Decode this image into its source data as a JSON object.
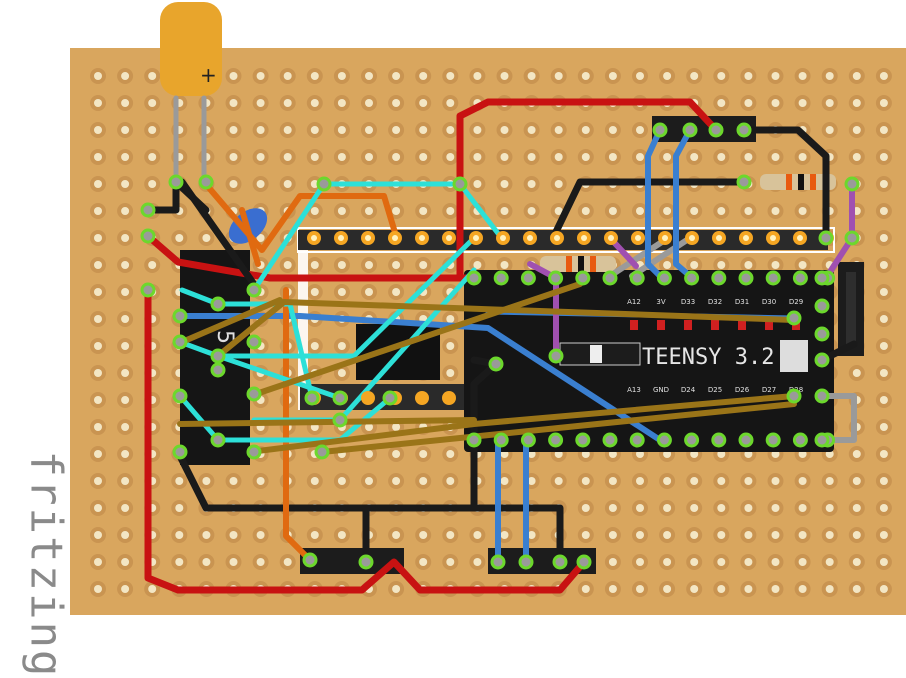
{
  "brand": {
    "text": "fritzing"
  },
  "teensy": {
    "name_text": "TEENSY 3.2",
    "top_pin_labels": [
      "A12",
      "3V",
      "D33",
      "D32",
      "D31",
      "D30",
      "D29"
    ],
    "bottom_pin_labels": [
      "A13",
      "GND",
      "D24",
      "D25",
      "D26",
      "D27",
      "D28"
    ]
  },
  "ic": {
    "label": "5"
  },
  "capacitor": {
    "polarity": "+"
  },
  "colors": {
    "board": "#d9a65e",
    "hole_ring": "#c99451",
    "hole": "#f3e6c4",
    "wire_red": "#c81212",
    "wire_black": "#1a1a1a",
    "wire_blue": "#3a7fd0",
    "wire_cyan": "#2de0d8",
    "wire_orange": "#e06a10",
    "wire_olive": "#9a7418",
    "wire_purple": "#a050b0",
    "wire_gray": "#9a9a9a",
    "pin_green": "#6cd82c",
    "header_gold": "#f5a623"
  }
}
